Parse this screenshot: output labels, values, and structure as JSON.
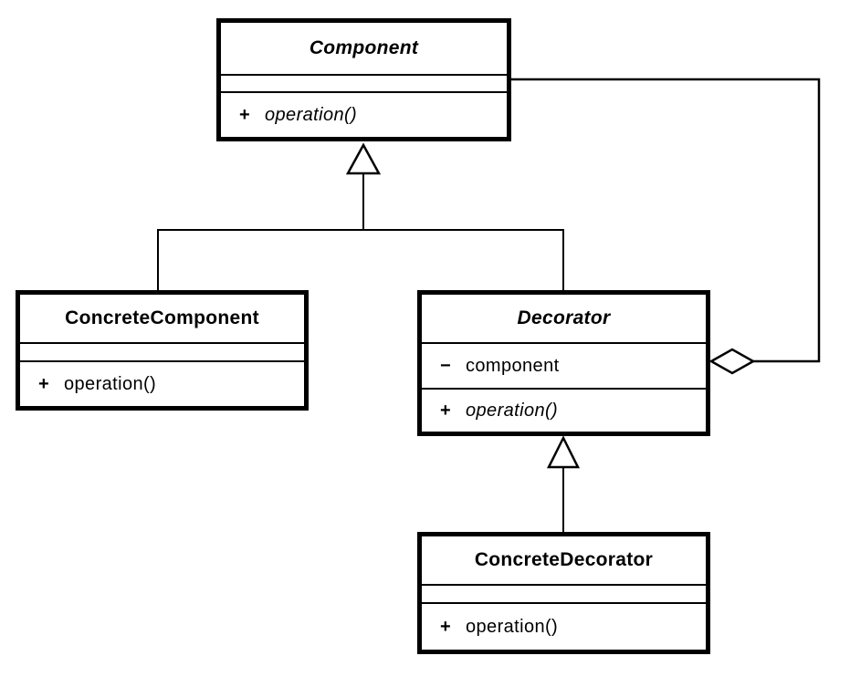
{
  "diagram": {
    "kind": "uml-class-diagram",
    "pattern": "Decorator",
    "background_color": "#ffffff",
    "line_color": "#000000"
  },
  "classes": {
    "component": {
      "name": "Component",
      "abstract": true,
      "attributes": [],
      "operations": [
        {
          "visibility": "+",
          "name": "operation()",
          "abstract": true
        }
      ]
    },
    "concrete_component": {
      "name": "ConcreteComponent",
      "abstract": false,
      "attributes": [],
      "operations": [
        {
          "visibility": "+",
          "name": "operation()",
          "abstract": false
        }
      ]
    },
    "decorator": {
      "name": "Decorator",
      "abstract": true,
      "attributes": [
        {
          "visibility": "−",
          "name": "component"
        }
      ],
      "operations": [
        {
          "visibility": "+",
          "name": "operation()",
          "abstract": true
        }
      ]
    },
    "concrete_decorator": {
      "name": "ConcreteDecorator",
      "abstract": false,
      "attributes": [],
      "operations": [
        {
          "visibility": "+",
          "name": "operation()",
          "abstract": false
        }
      ]
    }
  },
  "relationships": [
    {
      "type": "generalization",
      "from": "ConcreteComponent",
      "to": "Component",
      "marker": "hollow-triangle"
    },
    {
      "type": "generalization",
      "from": "Decorator",
      "to": "Component",
      "marker": "hollow-triangle"
    },
    {
      "type": "generalization",
      "from": "ConcreteDecorator",
      "to": "Decorator",
      "marker": "hollow-triangle"
    },
    {
      "type": "aggregation",
      "from": "Decorator",
      "to": "Component",
      "marker": "hollow-diamond"
    }
  ]
}
